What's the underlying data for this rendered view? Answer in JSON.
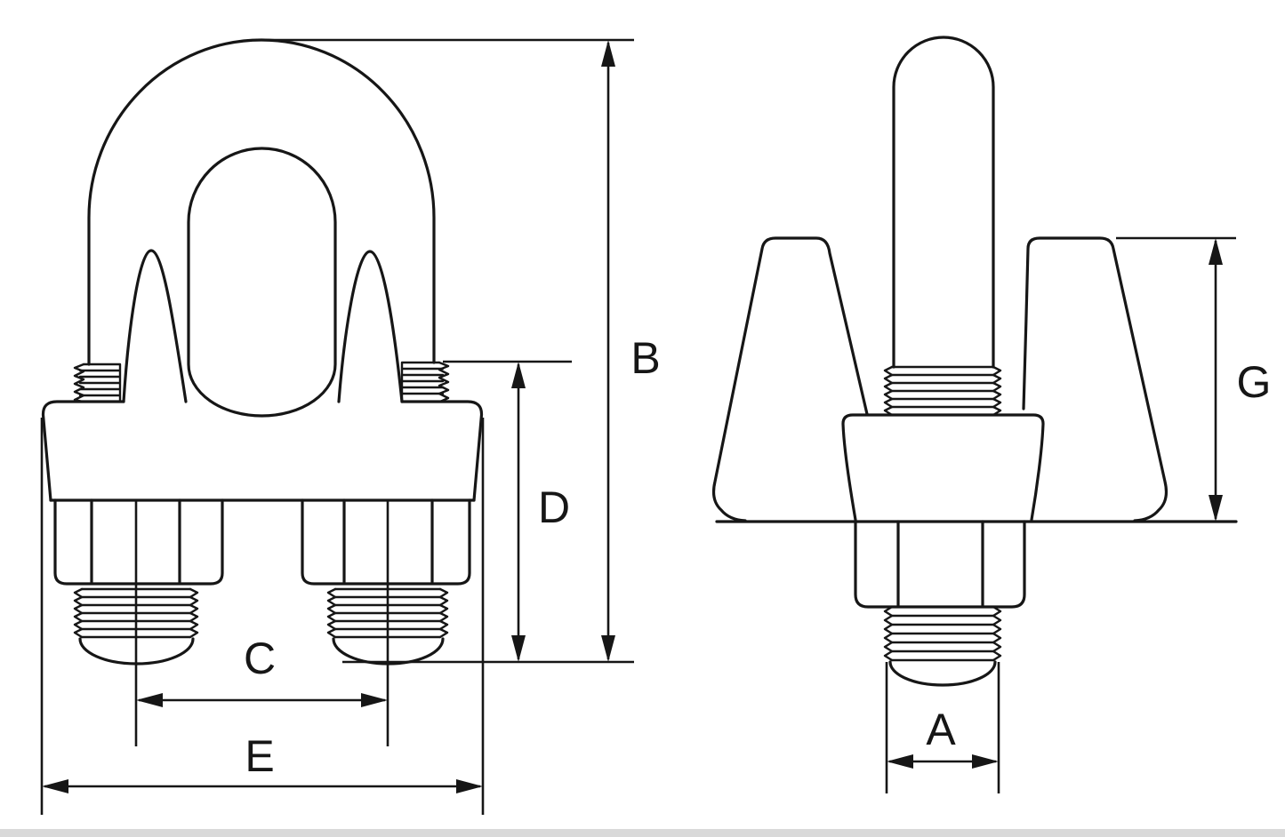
{
  "drawing": {
    "type": "technical-drawing-wire-rope-clip",
    "colors": {
      "line": "#161616",
      "background": "#ffffff",
      "bottom_bar": "#d9d9d9"
    },
    "labels": {
      "a": "A",
      "b": "B",
      "c": "C",
      "d": "D",
      "e": "E",
      "g": "G"
    }
  }
}
